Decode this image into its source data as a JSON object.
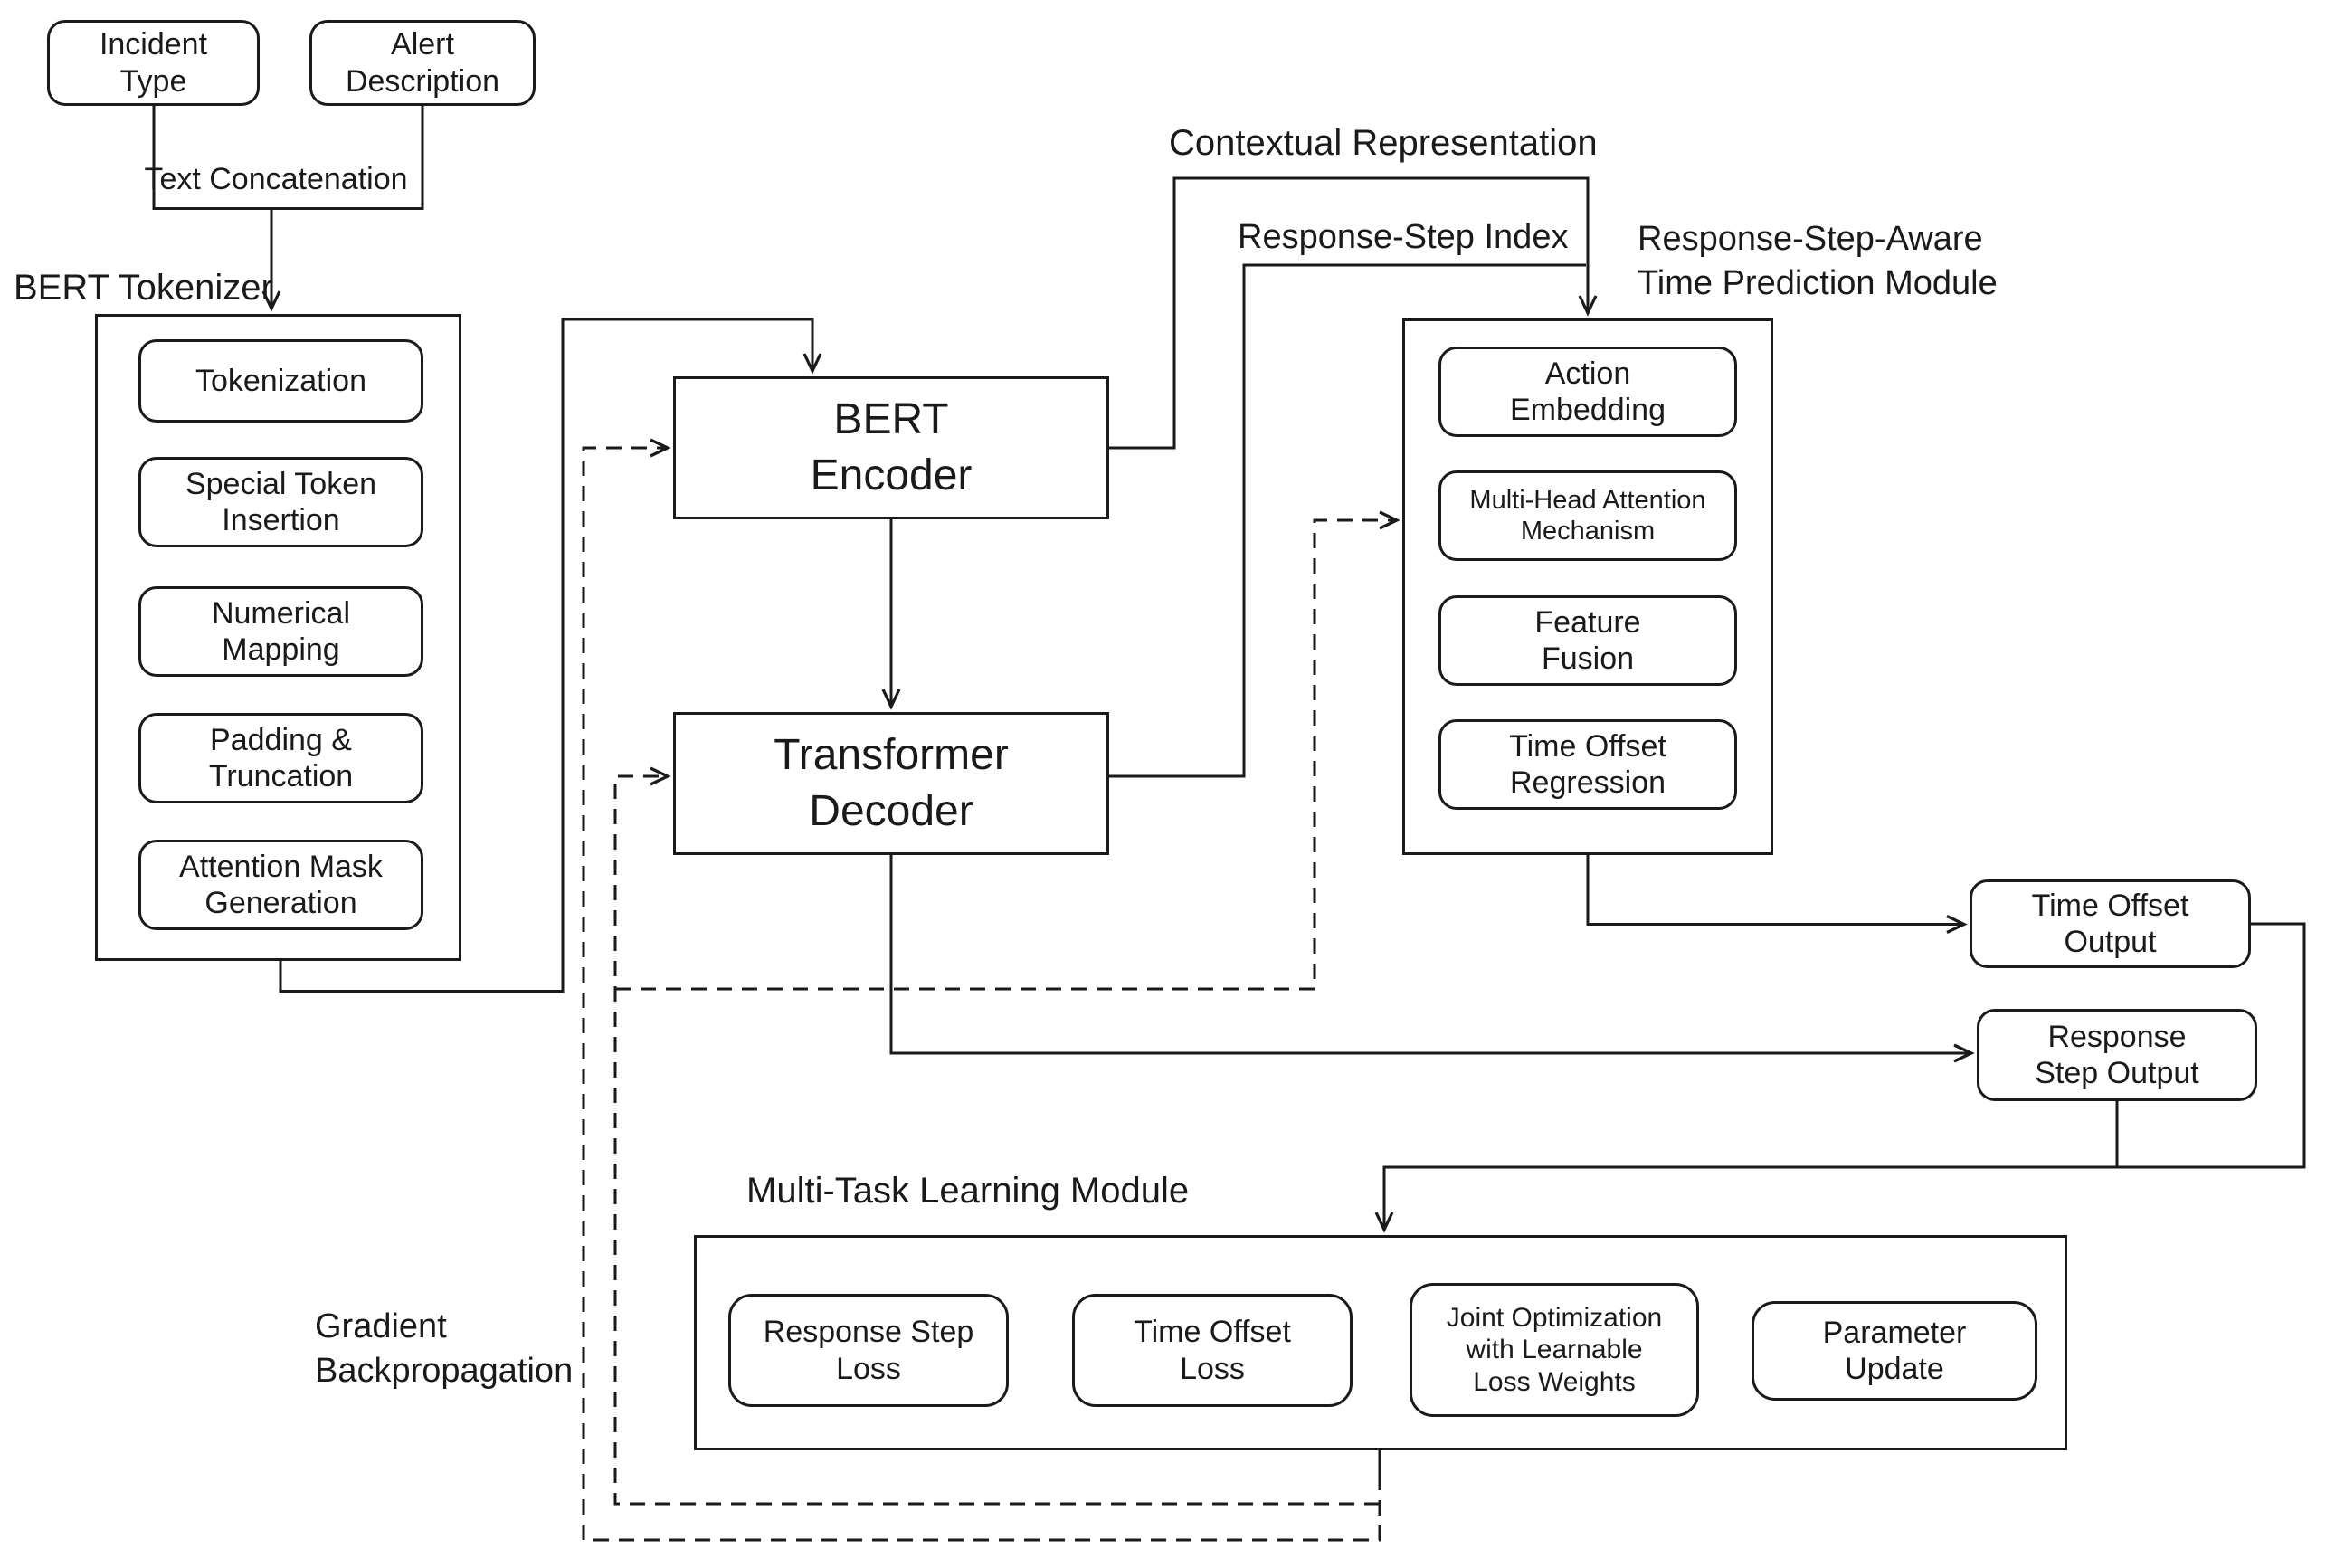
{
  "nodes": {
    "incident_type": "Incident\nType",
    "alert_description": "Alert\nDescription",
    "tokenization": "Tokenization",
    "special_token_insertion": "Special Token\nInsertion",
    "numerical_mapping": "Numerical\nMapping",
    "padding_truncation": "Padding &\nTruncation",
    "attention_mask_generation": "Attention Mask\nGeneration",
    "bert_encoder": "BERT\nEncoder",
    "transformer_decoder": "Transformer\nDecoder",
    "action_embedding": "Action\nEmbedding",
    "multi_head_attention": "Multi-Head Attention\nMechanism",
    "feature_fusion": "Feature\nFusion",
    "time_offset_regression": "Time Offset\nRegression",
    "time_offset_output": "Time Offset\nOutput",
    "response_step_output": "Response\nStep Output",
    "response_step_loss": "Response Step\nLoss",
    "time_offset_loss": "Time Offset\nLoss",
    "joint_optimization": "Joint Optimization\nwith Learnable\nLoss Weights",
    "parameter_update": "Parameter\nUpdate"
  },
  "labels": {
    "text_concatenation": "Text Concatenation",
    "bert_tokenizer": "BERT Tokenizer",
    "contextual_representation": "Contextual Representation",
    "response_step_index": "Response-Step Index",
    "response_step_aware_module": "Response-Step-Aware\nTime Prediction Module",
    "multi_task_learning_module": "Multi-Task Learning Module",
    "gradient_backpropagation": "Gradient\nBackpropagation"
  },
  "colors": {
    "line": "#1a1a1a",
    "background": "#ffffff",
    "box_border": "#1a1a1a"
  },
  "line_styles": {
    "solid_meaning": "forward data flow",
    "dashed_meaning": "gradient backpropagation"
  }
}
